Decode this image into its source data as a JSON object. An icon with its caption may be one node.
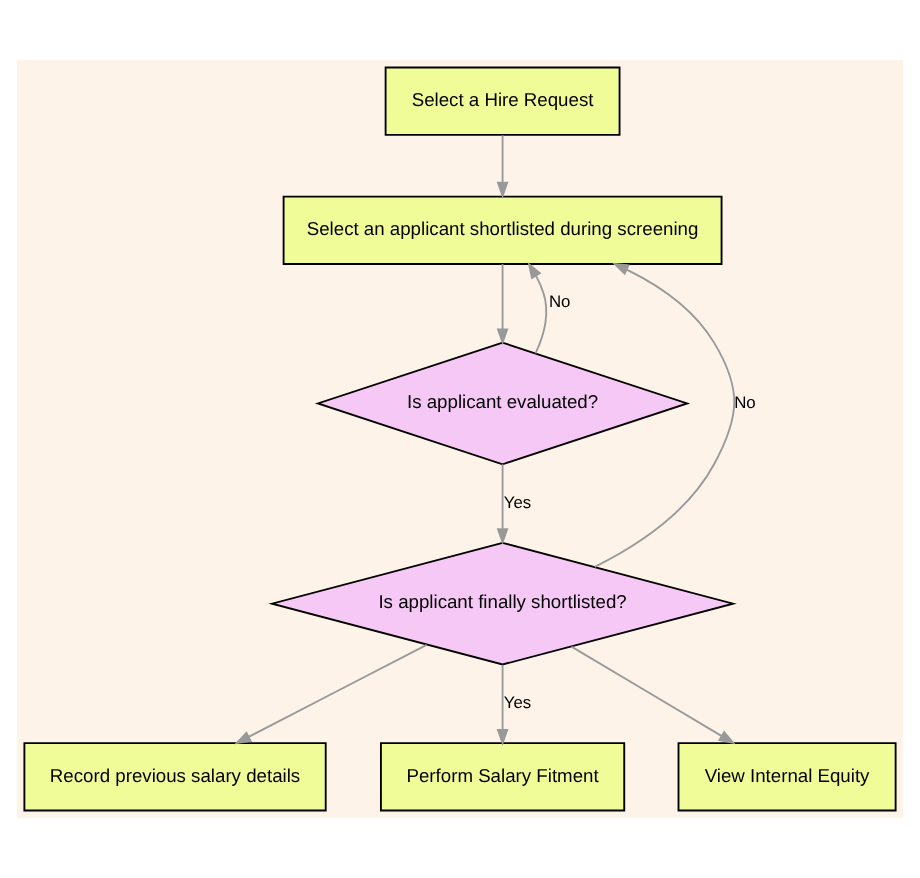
{
  "diagram": {
    "nodes": [
      {
        "text": [
          "Select a Hire Request"
        ]
      },
      {
        "text": [
          "Select an applicant shortlisted during screening"
        ]
      },
      {
        "text": [
          "Is applicant evaluated?"
        ]
      },
      {
        "text": [
          "Is applicant finally shortlisted?"
        ]
      },
      {
        "text": [
          "Record previous salary details"
        ]
      },
      {
        "text": [
          "Perform Salary Fitment"
        ]
      },
      {
        "text": [
          "View Internal Equity"
        ]
      }
    ],
    "edges": [
      {
        "from": 0,
        "to": 1,
        "arrow": "to"
      },
      {
        "from": 1,
        "to": 2,
        "arrow": "to"
      },
      {
        "from": 2,
        "to": 3,
        "arrow": "to",
        "label": "Yes"
      },
      {
        "from": 2,
        "to": 1,
        "arrow": "to",
        "label": "No"
      },
      {
        "from": 3,
        "to": 1,
        "arrow": "to",
        "label": "No"
      },
      {
        "from": 3,
        "to": 4,
        "arrow": "to"
      },
      {
        "from": 3,
        "to": 5,
        "arrow": "to",
        "label": "Yes"
      },
      {
        "from": 3,
        "to": 6,
        "arrow": "to"
      }
    ]
  }
}
